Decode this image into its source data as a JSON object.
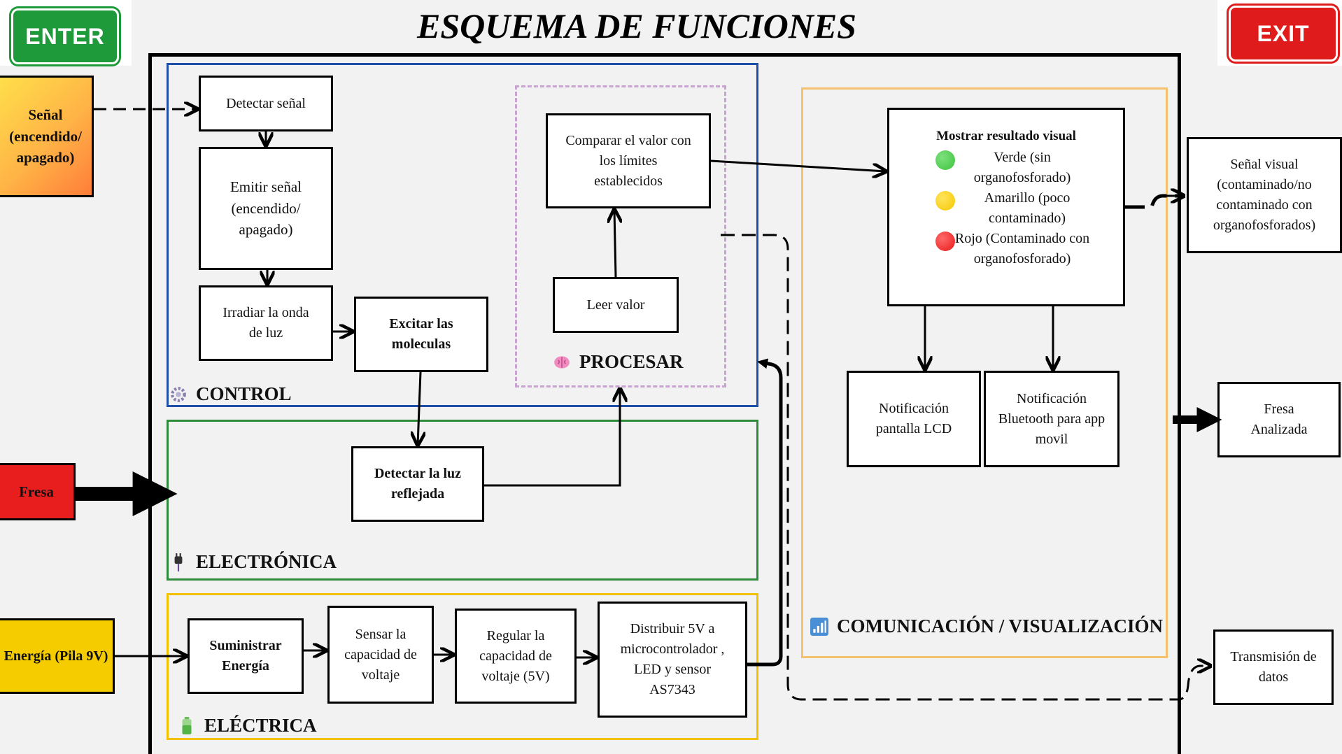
{
  "title": "ESQUEMA DE FUNCIONES",
  "buttons": {
    "enter": "ENTER",
    "exit": "EXIT"
  },
  "inputs": {
    "signal": "Señal (encendido/ apagado)",
    "strawberry": "Fresa",
    "energy": "Energía (Pila 9V)"
  },
  "outputs": {
    "visual_signal": "Señal visual (contaminado/no contaminado con organofosforados)",
    "analyzed_strawberry": "Fresa Analizada",
    "data_transmission": "Transmisión de datos"
  },
  "sections": {
    "control": "CONTROL",
    "process": "PROCESAR",
    "electronics": "ELECTRÓNICA",
    "electrical": "ELÉCTRICA",
    "communication": "COMUNICACIÓN / VISUALIZACIÓN"
  },
  "blocks": {
    "detect_signal": "Detectar señal",
    "emit_signal": "Emitir señal (encendido/ apagado)",
    "irradiate": "Irradiar la onda de luz",
    "excite": "Excitar las moleculas",
    "compare": "Comparar el valor con los límites establecidos",
    "read_value": "Leer valor",
    "detect_light": "Detectar la luz reflejada",
    "supply": "Suministrar Energía",
    "sense_voltage": "Sensar la capacidad de voltaje",
    "regulate": "Regular la capacidad de voltaje (5V)",
    "distribute": "Distribuir 5V a microcontrolador , LED y sensor AS7343",
    "notify_lcd": "Notificación pantalla LCD",
    "notify_bt": "Notificación Bluetooth para app movil"
  },
  "result": {
    "heading": "Mostrar resultado visual",
    "green": "Verde (sin organofosforado)",
    "yellow": "Amarillo (poco contaminado)",
    "red": "Rojo (Contaminado con organofosforado)"
  },
  "colors": {
    "control": "#1f4fa8",
    "process": "#c8a2d0",
    "electronics": "#2e8b3a",
    "electrical": "#f2c200",
    "communication": "#f5c16c",
    "enter": "#1e9a3b",
    "exit": "#e01b1b",
    "green_dot": "#3cc43c",
    "yellow_dot": "#f5c800",
    "red_dot": "#e81818"
  }
}
